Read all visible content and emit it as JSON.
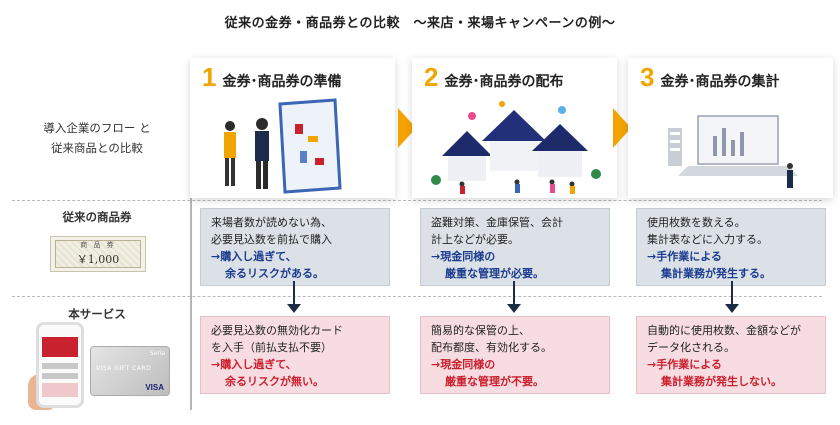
{
  "title": "従来の金券・商品券との比較　～来店・来場キャンペーンの例～",
  "left": {
    "flow_line1": "導入企業のフロー と",
    "flow_line2": "従来商品との比較",
    "old": "従来の商品券",
    "new": "本サービス"
  },
  "steps": [
    {
      "num": "1",
      "label": "金券･商品券の準備"
    },
    {
      "num": "2",
      "label": "金券･商品券の配布"
    },
    {
      "num": "3",
      "label": "金券･商品券の集計"
    }
  ],
  "old_boxes": [
    {
      "line1": "来場者数が読めない為、",
      "line2": "必要見込数を前払で購入",
      "res1": "→購入し過ぎて、",
      "res2": "余るリスクがある。"
    },
    {
      "line1": "盗難対策、金庫保管、会計",
      "line2": "計上などが必要。",
      "res1": "→現金同様の",
      "res2": "厳重な管理が必要。"
    },
    {
      "line1": "使用枚数を数える。",
      "line2": "集計表などに入力する。",
      "res1": "→手作業による",
      "res2": "集計業務が発生する。"
    }
  ],
  "new_boxes": [
    {
      "line1": "必要見込数の無効化カード",
      "line2": "を入手（前払支払不要）",
      "res1": "→購入し過ぎて、",
      "res2": "余るリスクが無い。"
    },
    {
      "line1": "簡易的な保管の上、",
      "line2": "配布都度、有効化する。",
      "res1": "→現金同様の",
      "res2": "厳重な管理が不要。"
    },
    {
      "line1": "自動的に使用枚数、金額などが",
      "line2": "データ化される。",
      "res1": "→手作業による",
      "res2": "集計業務が発生しない。"
    }
  ],
  "certificate": {
    "title": "商 品 券",
    "amount": "￥1,000"
  },
  "card": {
    "brand": "Seria",
    "label": "VISA GIFT CARD",
    "visa": "VISA"
  },
  "colors": {
    "accent": "#f5a300",
    "blue": "#1c3d8f",
    "red": "#cc1f2d",
    "gray_box": "#dbe1e6",
    "pink_box": "#f7dde2"
  }
}
